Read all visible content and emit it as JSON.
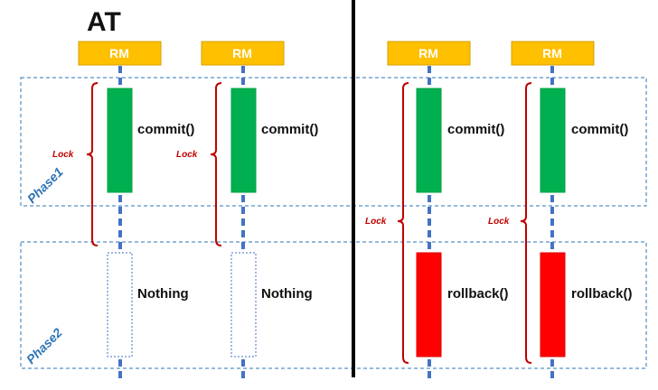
{
  "title": "AT",
  "rm_label": "RM",
  "lock_label": "Lock",
  "phases": {
    "phase1": "Phase1",
    "phase2": "Phase2"
  },
  "ops": {
    "commit": "commit()",
    "nothing": "Nothing",
    "rollback": "rollback()"
  },
  "colors": {
    "rm": "#ffc000",
    "commit": "#00b050",
    "rollback": "#ff0000",
    "lifeline": "#4472c4",
    "lock": "#c00000",
    "phase_box": "#2e75b6",
    "divider": "#000000"
  }
}
